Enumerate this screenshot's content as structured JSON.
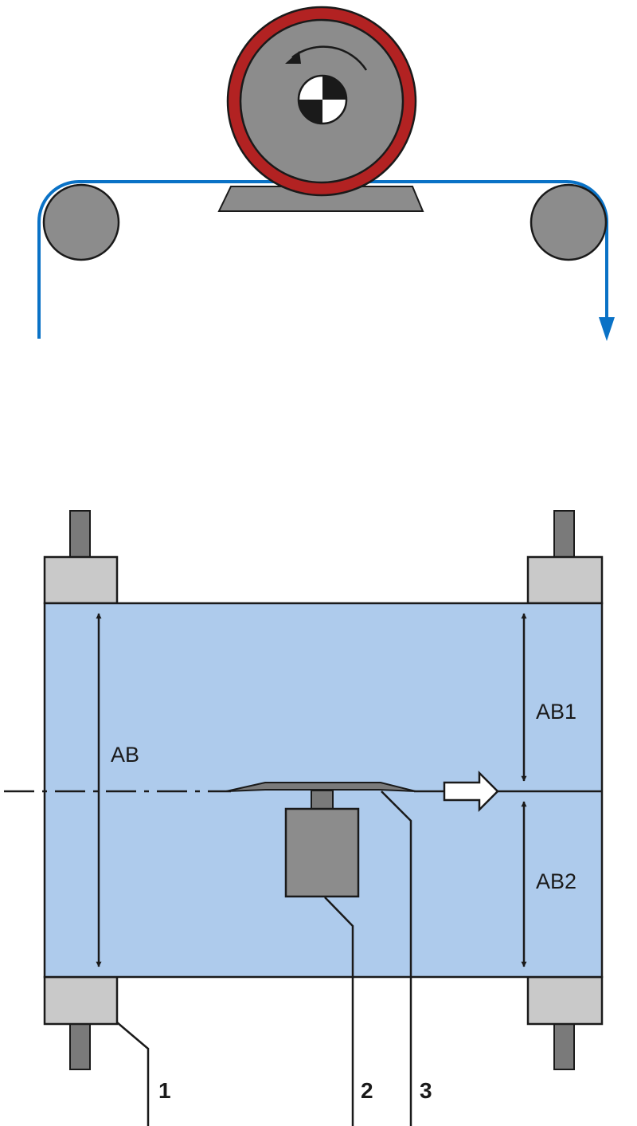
{
  "labels": {
    "ab": "AB",
    "ab1": "AB1",
    "ab2": "AB2"
  },
  "callouts": {
    "one": "1",
    "two": "2",
    "three": "3"
  },
  "colors": {
    "web_blue": "#0a72c6",
    "web_fill": "#aecbec",
    "roller_gray": "#8c8c8c",
    "bearing_light": "#c9c9c9",
    "shaft_dark": "#7a7a7a",
    "drive_red": "#b22222",
    "outline": "#1a1a1a"
  }
}
